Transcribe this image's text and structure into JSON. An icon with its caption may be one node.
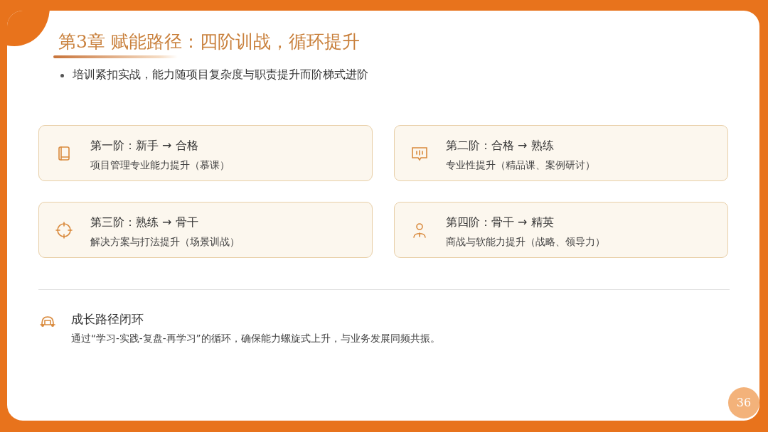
{
  "diagram": {
    "title": "第3章  赋能路径：四阶训战，循环提升",
    "nodes": [
      {
        "text": [
          "第一阶：新手 → 合格",
          "项目管理专业能力提升（慕课）"
        ]
      },
      {
        "text": [
          "第二阶：合格 → 熟练",
          "专业性提升（精品课、案例研讨）"
        ]
      },
      {
        "text": [
          "第三阶：熟练 → 骨干",
          "解决方案与打法提升（场景训战）"
        ]
      },
      {
        "text": [
          "第四阶：骨干 → 精英",
          "商战与软能力提升（战略、领导力）"
        ]
      }
    ],
    "labels": [
      "培训紧扣实战，能力随项目复杂度与职责提升而阶梯式进阶",
      "成长路径闭环",
      "通过“学习-实践-复盘-再学习”的循环，确保能力螺旋式上升，与业务发展同频共振。",
      "36"
    ]
  }
}
